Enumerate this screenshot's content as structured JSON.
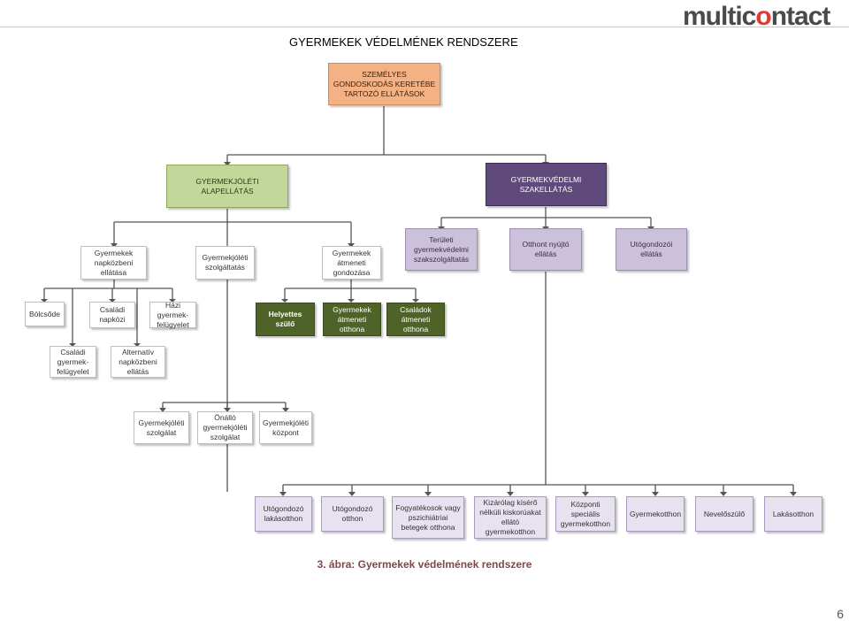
{
  "logo": {
    "part1": "multic",
    "accent": "o",
    "part2": "ntact"
  },
  "title": "GYERMEKEK VÉDELMÉNEK RENDSZERE",
  "nodes": {
    "root": "SZEMÉLYES GONDOSKODÁS KERETÉBE TARTOZÓ ELLÁTÁSOK",
    "alap": "GYERMEKJÓLÉTI ALAPELLÁTÁS",
    "szak": "GYERMEKVÉDELMI SZAKELLÁTÁS",
    "napkozbeni": "Gyermekek napközbeni ellátása",
    "szolgaltatas": "Gyermekjóléti szolgáltatás",
    "atmeneti_gond": "Gyermekek átmeneti gondozása",
    "teruleti": "Területi gyermekvédelmi szakszolgáltatás",
    "otthont": "Otthont nyújtó ellátás",
    "utogondozoi": "Utógondozói ellátás",
    "bolcsode": "Bölcsőde",
    "csaladi_napkozi": "Családi napközi",
    "hazi": "Házi gyermek-felügyelet",
    "helyettes": "Helyettes szülő",
    "gy_atmeneti_otthon": "Gyermekek átmeneti otthona",
    "cs_atmeneti_otthon": "Családok átmeneti otthona",
    "csaladi_felugyelet": "Családi gyermek-felügyelet",
    "alternativ": "Alternatív napközbeni ellátás",
    "gyj_szolgalat": "Gyermekjóléti szolgálat",
    "onallo": "Önálló gyermekjóléti szolgálat",
    "gyj_kozpont": "Gyermekjóléti központ",
    "utog_lakas": "Utógondozó lakásotthon",
    "utog_otthon": "Utógondozó otthon",
    "fogyatekos": "Fogyatékosok vagy pszichiátriai betegek otthona",
    "kizarolag": "Kizárólag kísérő nélküli kiskorúakat ellátó gyermekotthon",
    "kozponti": "Központi speciális gyermekotthon",
    "gyermekotthon": "Gyermekotthon",
    "nevelo": "Nevelőszülő",
    "lakasotthon": "Lakásotthon"
  },
  "caption": "3. ábra: Gyermekek védelmének rendszere",
  "page_number": "6",
  "colors": {
    "orange": "#f4b183",
    "green": "#c4d79b",
    "purple": "#604a7b",
    "dark_green": "#4f6228",
    "lavender": "#ccc1da",
    "connector": "#555555"
  }
}
